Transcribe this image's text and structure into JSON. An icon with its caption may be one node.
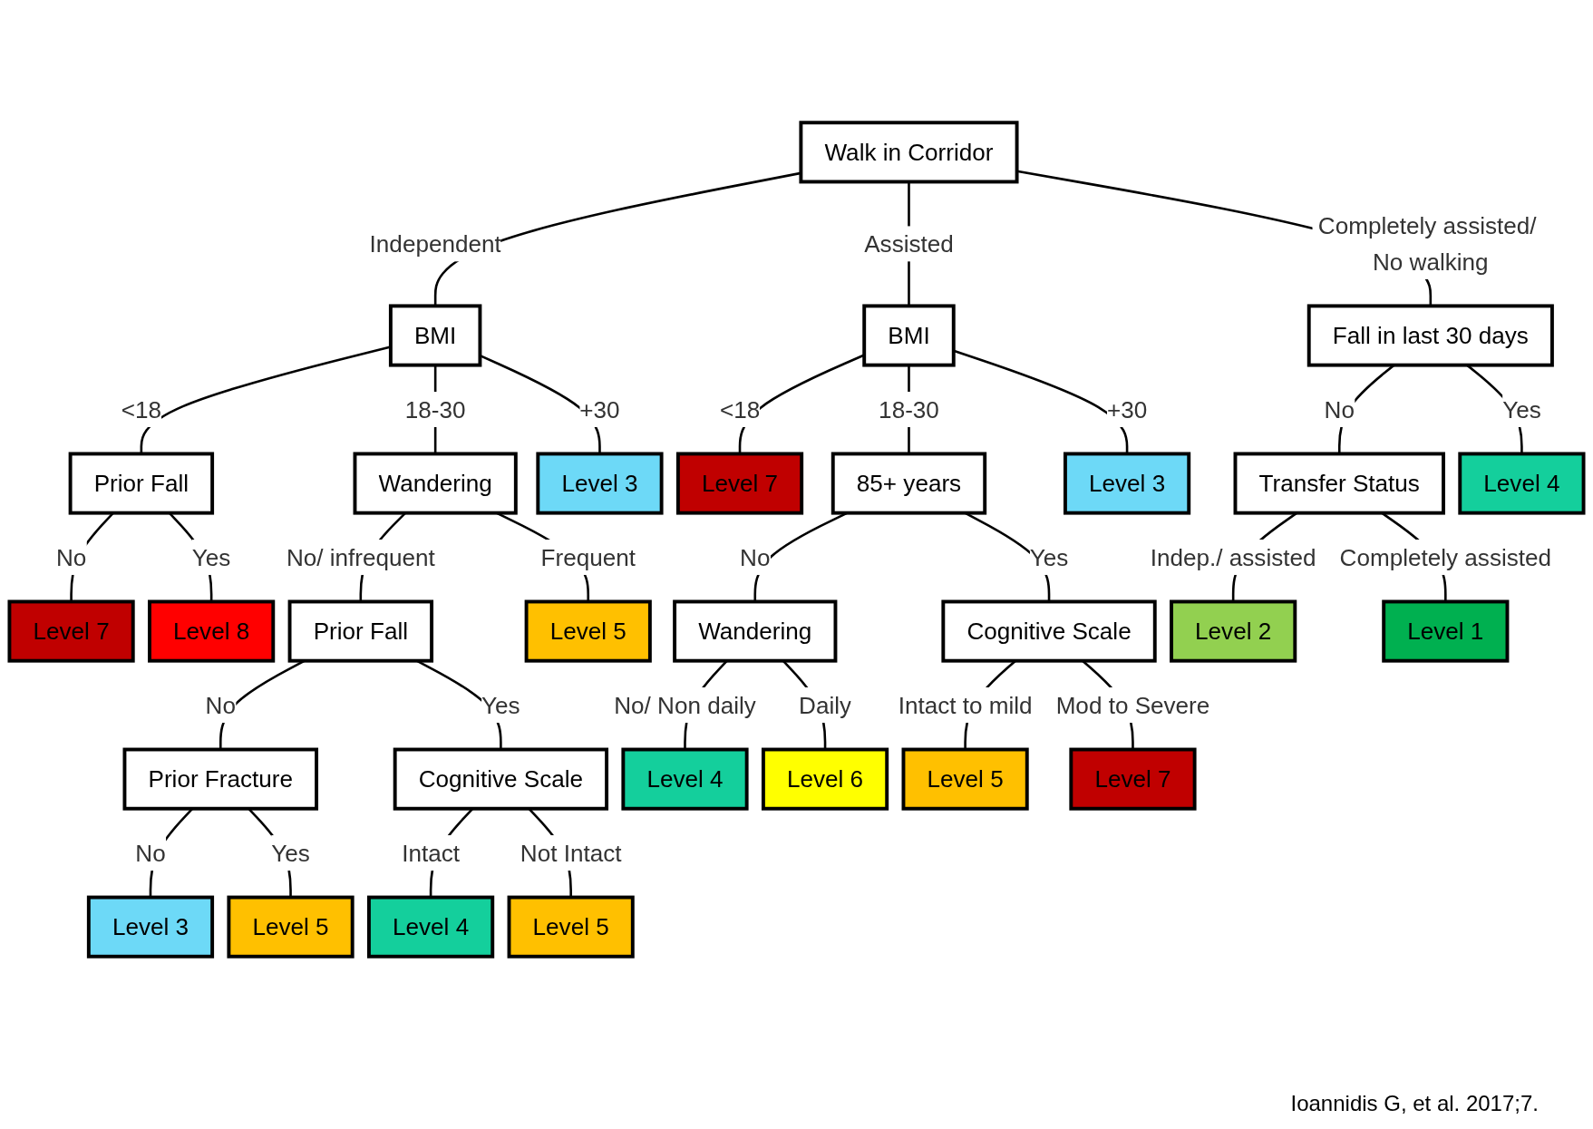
{
  "diagram": {
    "nodes": [
      {
        "text": [
          "Walk in Corridor"
        ]
      },
      {
        "text": [
          "BMI"
        ]
      },
      {
        "text": [
          "BMI"
        ]
      },
      {
        "text": [
          "Fall in last 30 days"
        ]
      },
      {
        "text": [
          "Prior Fall"
        ]
      },
      {
        "text": [
          "Wandering"
        ]
      },
      {
        "text": [
          "Level 3"
        ]
      },
      {
        "text": [
          "Level 7"
        ]
      },
      {
        "text": [
          "85+ years"
        ]
      },
      {
        "text": [
          "Level 3"
        ]
      },
      {
        "text": [
          "Transfer Status"
        ]
      },
      {
        "text": [
          "Level 4"
        ]
      },
      {
        "text": [
          "Level 7"
        ]
      },
      {
        "text": [
          "Level 8"
        ]
      },
      {
        "text": [
          "Prior Fall"
        ]
      },
      {
        "text": [
          "Level 5"
        ]
      },
      {
        "text": [
          "Wandering"
        ]
      },
      {
        "text": [
          "Cognitive Scale"
        ]
      },
      {
        "text": [
          "Level 2"
        ]
      },
      {
        "text": [
          "Level 1"
        ]
      },
      {
        "text": [
          "Prior Fracture"
        ]
      },
      {
        "text": [
          "Cognitive Scale"
        ]
      },
      {
        "text": [
          "Level 4"
        ]
      },
      {
        "text": [
          "Level 6"
        ]
      },
      {
        "text": [
          "Level 5"
        ]
      },
      {
        "text": [
          "Level 7"
        ]
      },
      {
        "text": [
          "Level 3"
        ]
      },
      {
        "text": [
          "Level 5"
        ]
      },
      {
        "text": [
          "Level 4"
        ]
      },
      {
        "text": [
          "Level 5"
        ]
      }
    ],
    "edges": [
      {
        "from": 0,
        "to": 1,
        "arrow": "none",
        "label": "Independent"
      },
      {
        "from": 0,
        "to": 2,
        "arrow": "none",
        "label": "Assisted"
      },
      {
        "from": 0,
        "to": 3,
        "arrow": "none",
        "label": "Completely assisted/ No walking"
      },
      {
        "from": 1,
        "to": 4,
        "arrow": "none",
        "label": "<18"
      },
      {
        "from": 1,
        "to": 5,
        "arrow": "none",
        "label": "18-30"
      },
      {
        "from": 1,
        "to": 6,
        "arrow": "none",
        "label": "+30"
      },
      {
        "from": 2,
        "to": 7,
        "arrow": "none",
        "label": "<18"
      },
      {
        "from": 2,
        "to": 8,
        "arrow": "none",
        "label": "18-30"
      },
      {
        "from": 2,
        "to": 9,
        "arrow": "none",
        "label": "+30"
      },
      {
        "from": 3,
        "to": 10,
        "arrow": "none",
        "label": "No"
      },
      {
        "from": 3,
        "to": 11,
        "arrow": "none",
        "label": "Yes"
      },
      {
        "from": 4,
        "to": 12,
        "arrow": "none",
        "label": "No"
      },
      {
        "from": 4,
        "to": 13,
        "arrow": "none",
        "label": "Yes"
      },
      {
        "from": 5,
        "to": 14,
        "arrow": "none",
        "label": "No/ infrequent"
      },
      {
        "from": 5,
        "to": 15,
        "arrow": "none",
        "label": "Frequent"
      },
      {
        "from": 8,
        "to": 16,
        "arrow": "none",
        "label": "No"
      },
      {
        "from": 8,
        "to": 17,
        "arrow": "none",
        "label": "Yes"
      },
      {
        "from": 10,
        "to": 18,
        "arrow": "none",
        "label": "Indep./ assisted"
      },
      {
        "from": 10,
        "to": 19,
        "arrow": "none",
        "label": "Completely assisted"
      },
      {
        "from": 14,
        "to": 20,
        "arrow": "none",
        "label": "No"
      },
      {
        "from": 14,
        "to": 21,
        "arrow": "none",
        "label": "Yes"
      },
      {
        "from": 16,
        "to": 22,
        "arrow": "none",
        "label": "No/ Non daily"
      },
      {
        "from": 16,
        "to": 23,
        "arrow": "none",
        "label": "Daily"
      },
      {
        "from": 17,
        "to": 24,
        "arrow": "none",
        "label": "Intact to mild"
      },
      {
        "from": 17,
        "to": 25,
        "arrow": "none",
        "label": "Mod to Severe"
      },
      {
        "from": 20,
        "to": 26,
        "arrow": "none",
        "label": "No"
      },
      {
        "from": 20,
        "to": 27,
        "arrow": "none",
        "label": "Yes"
      },
      {
        "from": 21,
        "to": 28,
        "arrow": "none",
        "label": "Intact"
      },
      {
        "from": 21,
        "to": 29,
        "arrow": "none",
        "label": "Not Intact"
      }
    ],
    "labels": [
      "Ioannidis G, et al. 2017;7."
    ]
  }
}
